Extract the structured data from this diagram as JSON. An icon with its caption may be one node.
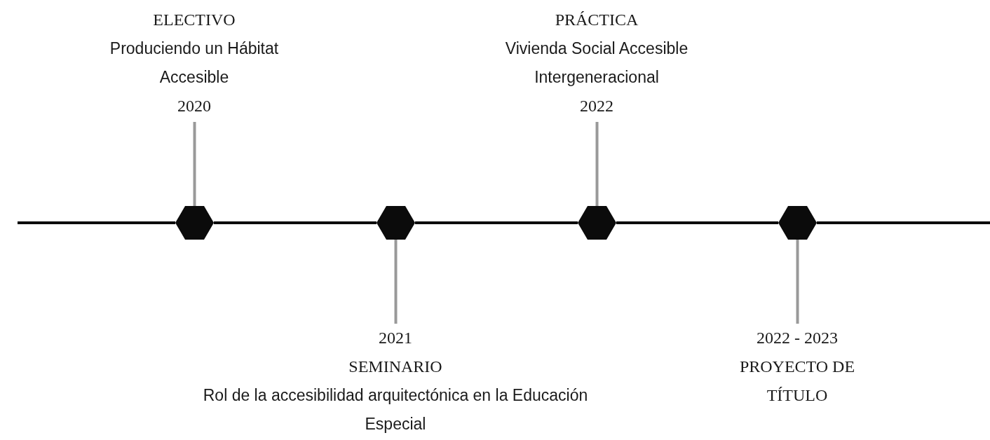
{
  "diagram": {
    "nodes": [
      {
        "text": [
          "ELECTIVO",
          "Produciendo un Hábitat Accesible",
          "2020"
        ]
      },
      {
        "text": [
          "PRÁCTICA",
          "Vivienda Social Accesible Intergeneracional",
          "2022"
        ]
      },
      {
        "text": [],
        "shape": "hexagon"
      },
      {
        "text": [],
        "shape": "hexagon"
      },
      {
        "text": [],
        "shape": "hexagon"
      },
      {
        "text": [],
        "shape": "hexagon"
      },
      {
        "text": [
          "2021",
          "SEMINARIO",
          "Rol de la accesibilidad arquitectónica en la Educación Especial"
        ]
      },
      {
        "text": [
          "2022 - 2023",
          "PROYECTO DE TÍTULO"
        ]
      }
    ],
    "edges": [
      {
        "from": null,
        "to": 2,
        "arrow": "none"
      },
      {
        "from": 2,
        "to": 3,
        "arrow": "none"
      },
      {
        "from": 3,
        "to": 4,
        "arrow": "none"
      },
      {
        "from": 4,
        "to": 5,
        "arrow": "none"
      },
      {
        "from": 5,
        "to": null,
        "arrow": "none"
      },
      {
        "from": 0,
        "to": 2,
        "arrow": "none",
        "color": "#999999"
      },
      {
        "from": 3,
        "to": 6,
        "arrow": "none",
        "color": "#999999"
      },
      {
        "from": 1,
        "to": 4,
        "arrow": "none",
        "color": "#999999"
      },
      {
        "from": 5,
        "to": 7,
        "arrow": "none",
        "color": "#999999"
      }
    ]
  }
}
